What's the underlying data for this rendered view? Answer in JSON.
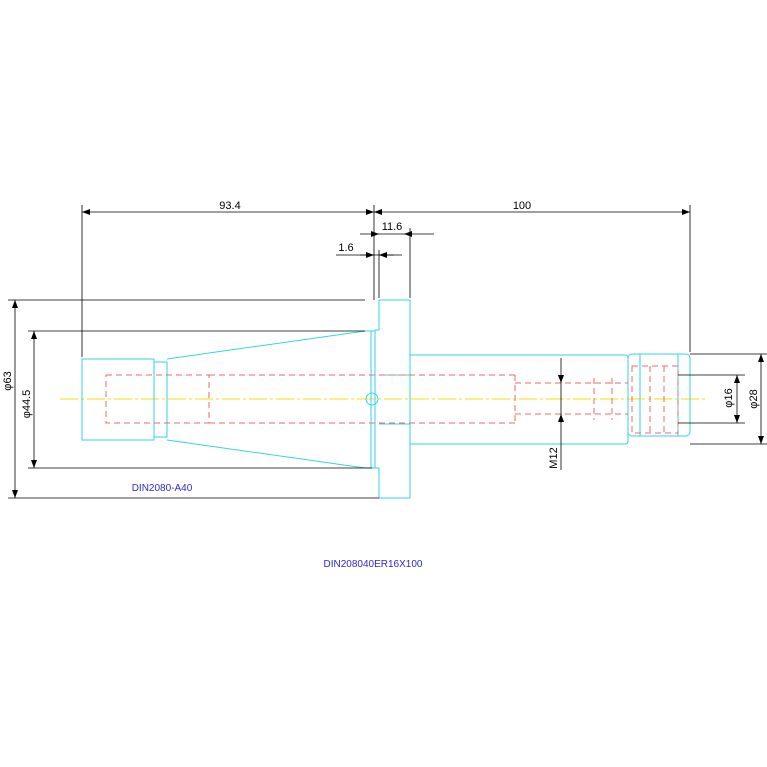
{
  "dimensions": {
    "length_holder": "93.4",
    "length_extension": "100",
    "flange_width": "11.6",
    "flange_offset": "1.6",
    "dia_flange": "φ63",
    "dia_taper": "φ44.5",
    "dia_collet": "φ16",
    "dia_nut": "φ28",
    "thread": "M12"
  },
  "labels": {
    "part_a": "DIN2080-A40",
    "part_b": "DIN208040ER16X100"
  },
  "colors": {
    "outline": "#33d6e0",
    "hidden": "#f06a6a",
    "center": "#f0e000",
    "dimension": "#000000",
    "label": "#2a2ad0"
  }
}
